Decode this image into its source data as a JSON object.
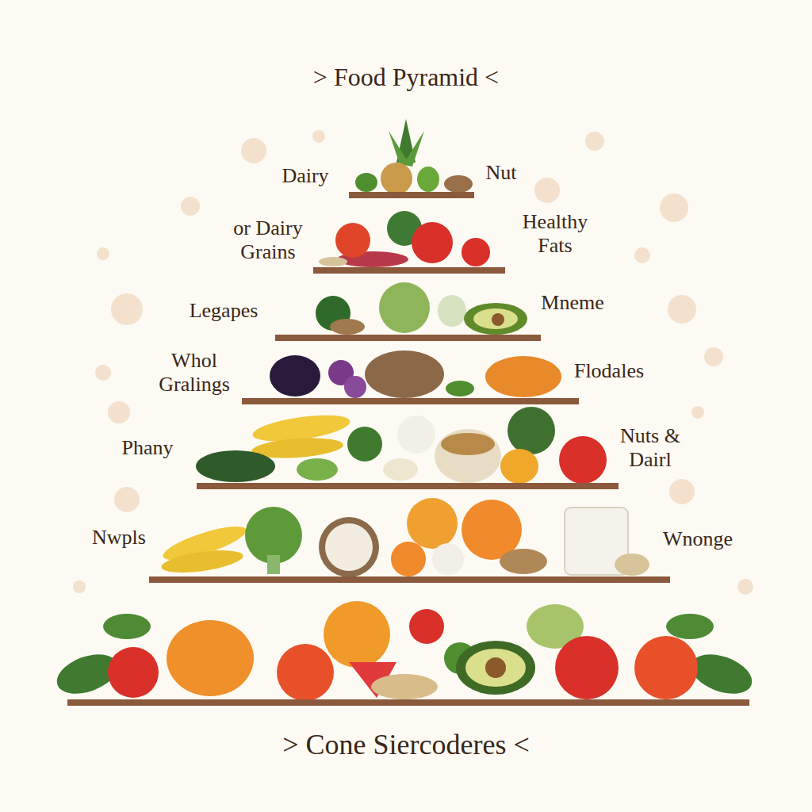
{
  "diagram": {
    "title": "> Food Pyramid <",
    "caption": "> Cone Siercoderes <",
    "labels": [
      "Dairy",
      "Nut",
      "or Dairy Grains",
      "Healthy Fats",
      "Legapes",
      "Mneme",
      "Whol Gralings",
      "Flodales",
      "Phany",
      "Nuts & Dairl",
      "Nwpls",
      "Wnonge"
    ]
  }
}
